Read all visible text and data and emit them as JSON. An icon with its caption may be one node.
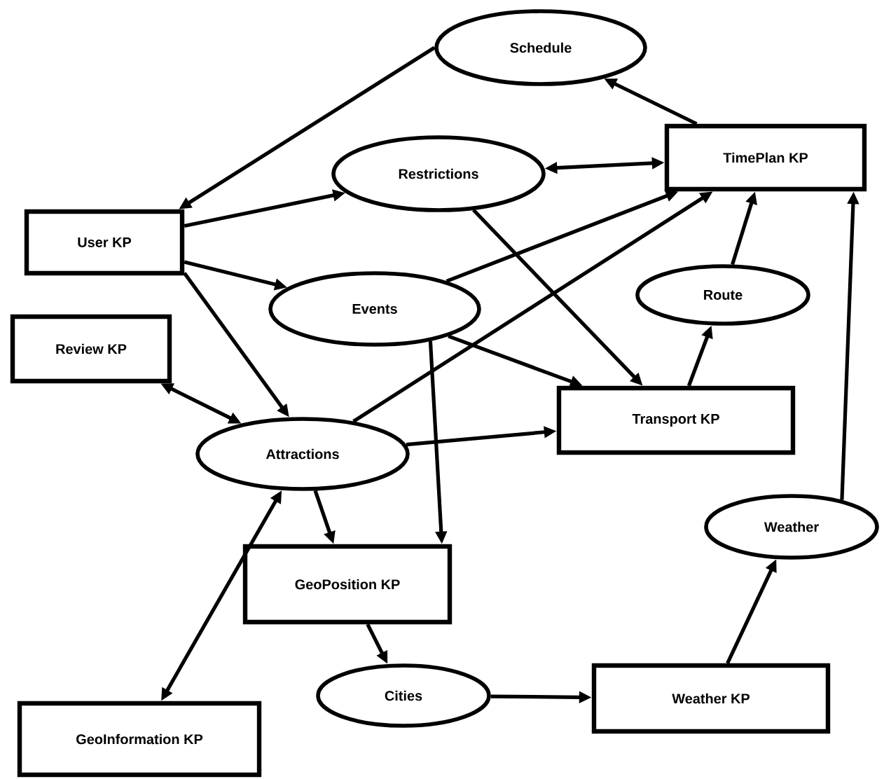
{
  "diagram": {
    "nodes": [
      {
        "text": [
          "Schedule"
        ]
      },
      {
        "text": [
          "TimePlan KP"
        ]
      },
      {
        "text": [
          "Restrictions"
        ]
      },
      {
        "text": [
          "User KP"
        ]
      },
      {
        "text": [
          "Route"
        ]
      },
      {
        "text": [
          "Events"
        ]
      },
      {
        "text": [
          "Review KP"
        ]
      },
      {
        "text": [
          "Transport KP"
        ]
      },
      {
        "text": [
          "Attractions"
        ]
      },
      {
        "text": [
          "Weather"
        ]
      },
      {
        "text": [
          "GeoPosition KP"
        ]
      },
      {
        "text": [
          "Cities"
        ]
      },
      {
        "text": [
          "Weather KP"
        ]
      },
      {
        "text": [
          "GeoInformation KP"
        ]
      }
    ],
    "edges": [
      {
        "from": 0,
        "to": 3,
        "arrow": "to"
      },
      {
        "from": 3,
        "to": 2,
        "arrow": "to"
      },
      {
        "from": 3,
        "to": 5,
        "arrow": "to"
      },
      {
        "from": 3,
        "to": 8,
        "arrow": "to"
      },
      {
        "from": 6,
        "to": 8,
        "arrow": "both"
      },
      {
        "from": 13,
        "to": 8,
        "arrow": "both"
      },
      {
        "from": 2,
        "to": 1,
        "arrow": "both"
      },
      {
        "from": 2,
        "to": 7,
        "arrow": "to"
      },
      {
        "from": 1,
        "to": 0,
        "arrow": "to"
      },
      {
        "from": 5,
        "to": 1,
        "arrow": "to"
      },
      {
        "from": 5,
        "to": 7,
        "arrow": "to"
      },
      {
        "from": 5,
        "to": 10,
        "arrow": "to"
      },
      {
        "from": 8,
        "to": 1,
        "arrow": "to"
      },
      {
        "from": 8,
        "to": 7,
        "arrow": "to"
      },
      {
        "from": 8,
        "to": 10,
        "arrow": "to"
      },
      {
        "from": 7,
        "to": 4,
        "arrow": "to"
      },
      {
        "from": 4,
        "to": 1,
        "arrow": "to"
      },
      {
        "from": 10,
        "to": 11,
        "arrow": "to"
      },
      {
        "from": 11,
        "to": 12,
        "arrow": "to"
      },
      {
        "from": 12,
        "to": 9,
        "arrow": "to"
      },
      {
        "from": 9,
        "to": 1,
        "arrow": "to"
      }
    ]
  }
}
